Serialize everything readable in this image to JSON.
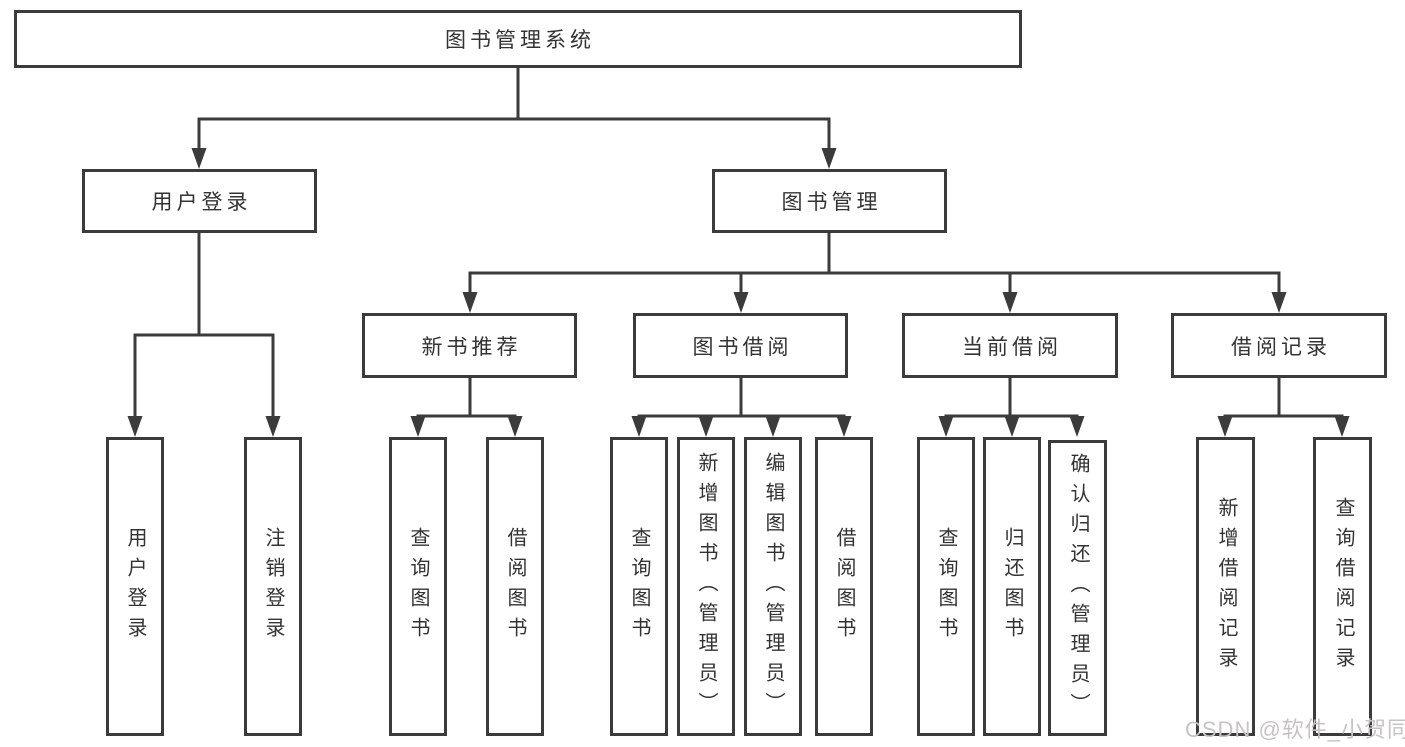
{
  "diagram": {
    "title": "图书管理系统",
    "level2": [
      {
        "label": "用户登录"
      },
      {
        "label": "图书管理"
      }
    ],
    "level3": [
      {
        "label": "新书推荐"
      },
      {
        "label": "图书借阅"
      },
      {
        "label": "当前借阅"
      },
      {
        "label": "借阅记录"
      }
    ],
    "leaves": {
      "user_login": [
        "用户登录",
        "注销登录"
      ],
      "new_book": [
        "查询图书",
        "借阅图书"
      ],
      "book_borrow": [
        "查询图书",
        "新增图书（管理员）",
        "编辑图书（管理员）",
        "借阅图书"
      ],
      "current_borrow": [
        "查询图书",
        "归还图书",
        "确认归还（管理员）"
      ],
      "borrow_record": [
        "新增借阅记录",
        "查询借阅记录"
      ]
    }
  },
  "watermark": "CSDN @软件_小贺同学",
  "colors": {
    "line": "#3b3b3b",
    "text": "#333333",
    "watermark": "#c6c3c3",
    "background": "#ffffff"
  }
}
